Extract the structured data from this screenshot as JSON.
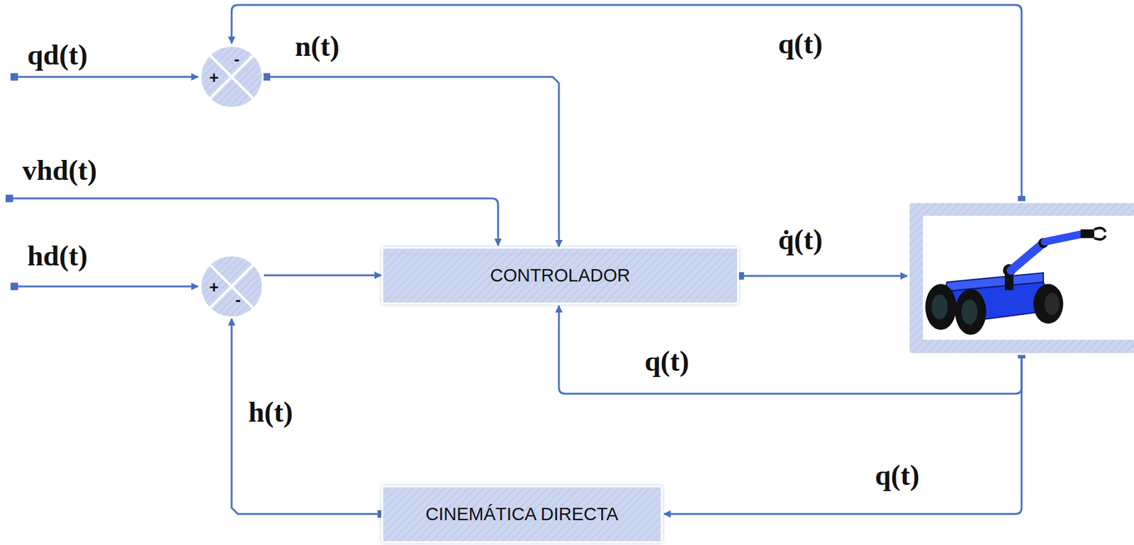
{
  "diagram": {
    "nodes": [
      {
        "text": [
          "+",
          "-"
        ]
      },
      {
        "text": [
          "+",
          "-"
        ]
      },
      {
        "text": [
          "CONTROLADOR"
        ]
      },
      {
        "text": [
          "CINEMÁTICA DIRECTA"
        ]
      }
    ],
    "edges": [
      {
        "from": 0,
        "to": 2,
        "arrow": "to",
        "label": "n(t)"
      },
      {
        "from": 1,
        "to": 2,
        "arrow": "to"
      },
      {
        "from": 3,
        "to": 1,
        "arrow": "to",
        "label": "h(t)"
      }
    ],
    "labels": [
      "qd(t)",
      "q(t)",
      "vhd(t)",
      "hd(t)",
      "q̇(t)",
      "q(t)",
      "q(t)"
    ]
  }
}
